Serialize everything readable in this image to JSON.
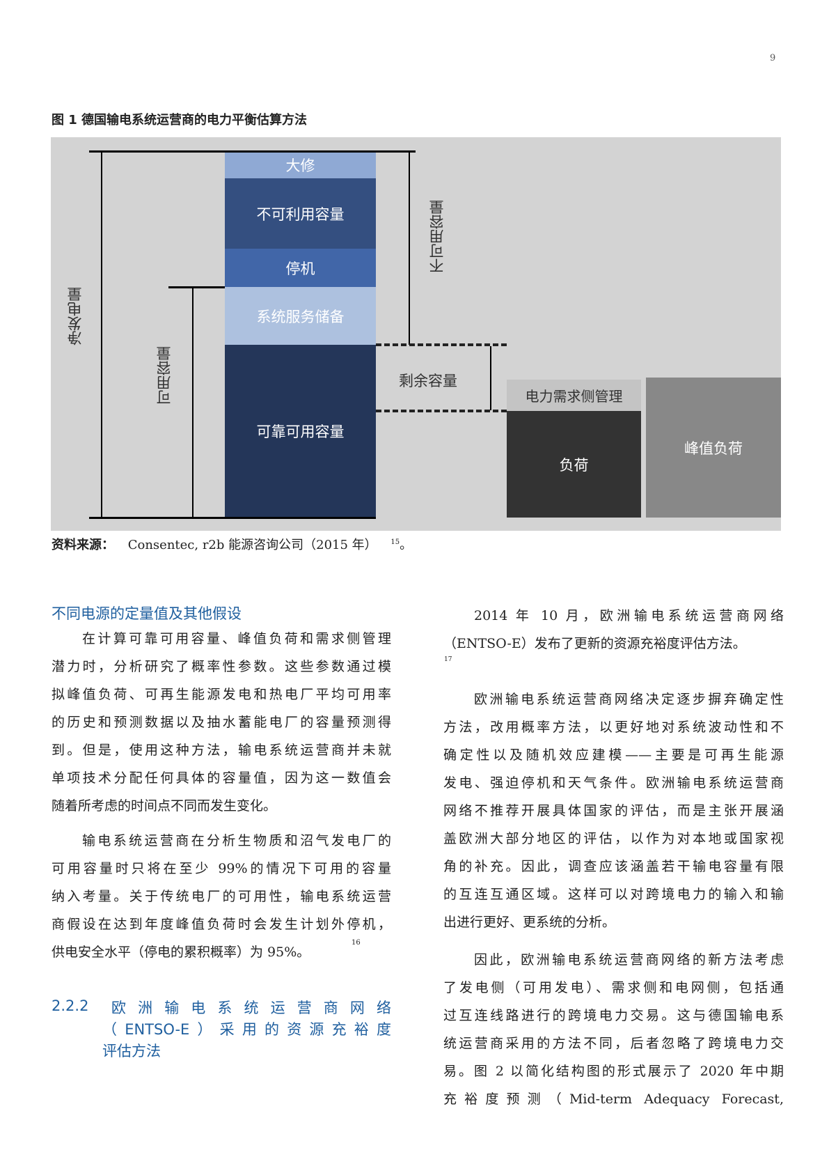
{
  "page_number": "9",
  "figure": {
    "title": "图 1  德国输电系统运营商的电力平衡估算方法",
    "segments": {
      "overhaul": "大修",
      "unusable": "不可利用容量",
      "outage": "停机",
      "reserve": "系统服务储备",
      "reliable": "可靠可用容量"
    },
    "labels": {
      "net": "净发电量",
      "available": "可用容量",
      "unavailable": "不可用容量",
      "remaining": "剩余容量",
      "dsm": "电力需求侧管理",
      "load": "负荷",
      "peak": "峰值负荷"
    },
    "source_label": "资料来源：",
    "source_text": "Consentec, r2b  能源咨询公司（2015  年）",
    "source_note": "15",
    "source_end": "。",
    "colors": {
      "bg": "#d3d3d3",
      "overhaul": "#8fa9d4",
      "unusable": "#344f80",
      "outage": "#4166a8",
      "reserve": "#adc1df",
      "reliable": "#243659",
      "dsm": "#c4c4c4",
      "load": "#333333",
      "peak": "#888888"
    }
  },
  "left": {
    "heading": "不同电源的定量值及其他假设",
    "p1": [
      "在计算可靠可用容量、峰值负荷和需求侧管理",
      "潜力时，分析研究了概率性参数。这些参数通过模",
      "拟峰值负荷、可再生能源发电和热电厂平均可用率",
      "的历史和预测数据以及抽水蓄能电厂的容量预测得",
      "到。但是，使用这种方法，输电系统运营商并未就",
      "单项技术分配任何具体的容量值，因为这一数值会",
      "随着所考虑的时间点不同而发生变化。"
    ],
    "p2": [
      "输电系统运营商在分析生物质和沼气发电厂的",
      "可用容量时只将在至少  99%的情况下可用的容量",
      "纳入考量。关于传统电厂的可用性，输电系统运营",
      "商假设在达到年度峰值负荷时会发生计划外停机，",
      "供电安全水平（停电的累积概率）为 95%。"
    ],
    "p2_note": "16",
    "section_num": "2.2.2",
    "section_lines": [
      "欧 洲 输 电 系 统 运 营 商 网 络",
      "（ENTSO-E）采用的资源充裕度",
      "评估方法"
    ]
  },
  "right": {
    "p1": [
      "2014  年  10  月，欧洲输电系统运营商网络",
      "（ENTSO-E）发布了更新的资源充裕度评估方法。"
    ],
    "p1_note": "17",
    "p2": [
      "欧洲输电系统运营商网络决定逐步摒弃确定性",
      "方法，改用概率方法，以更好地对系统波动性和不",
      "确定性以及随机效应建模——主要是可再生能源",
      "发电、强迫停机和天气条件。欧洲输电系统运营商",
      "网络不推荐开展具体国家的评估，而是主张开展涵",
      "盖欧洲大部分地区的评估，以作为对本地或国家视",
      "角的补充。因此，调查应该涵盖若干输电容量有限",
      "的互连互通区域。这样可以对跨境电力的输入和输",
      "出进行更好、更系统的分析。"
    ],
    "p3": [
      "因此，欧洲输电系统运营商网络的新方法考虑",
      "了发电侧（可用发电）、需求侧和电网侧，包括通",
      "过互连线路进行的跨境电力交易。这与德国输电系",
      "统运营商采用的方法不同，后者忽略了跨境电力交",
      "易。图 2 以简化结构图的形式展示了 2020 年中期",
      "充裕度预测（Mid-term Adequacy Forecast,"
    ]
  }
}
